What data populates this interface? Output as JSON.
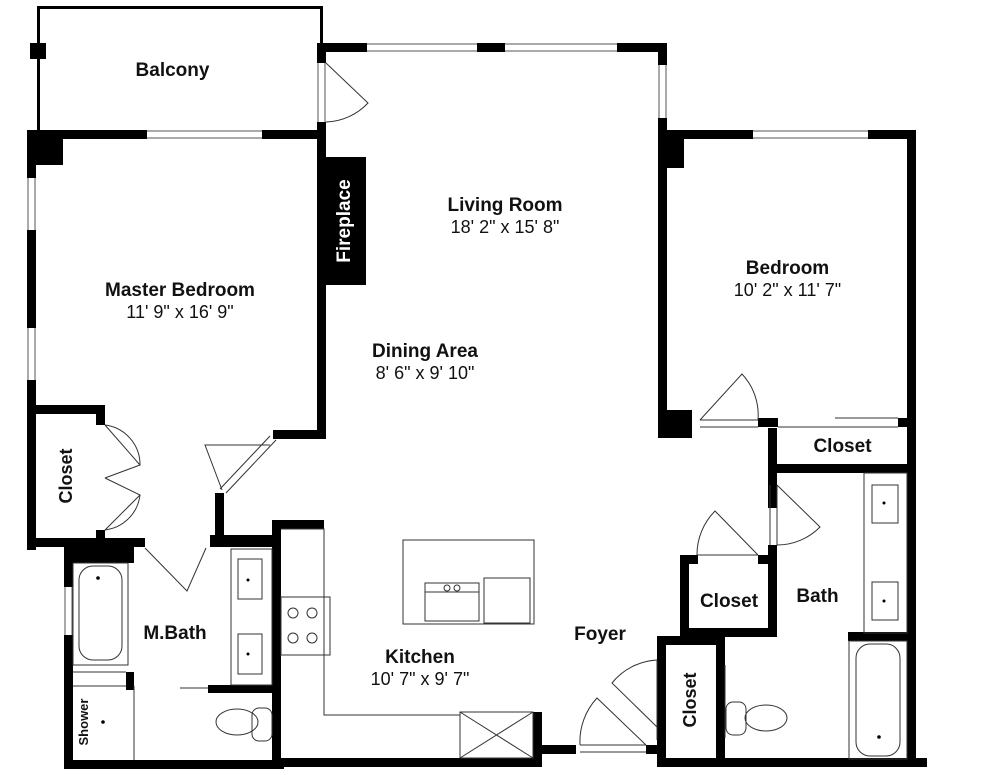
{
  "floorplan": {
    "rooms": {
      "balcony": {
        "name": "Balcony"
      },
      "living_room": {
        "name": "Living Room",
        "dims": "18' 2\" x 15' 8\""
      },
      "fireplace": {
        "name": "Fireplace"
      },
      "master_bedroom": {
        "name": "Master Bedroom",
        "dims": "11' 9\" x 16' 9\""
      },
      "bedroom": {
        "name": "Bedroom",
        "dims": "10' 2\" x 11' 7\""
      },
      "dining_area": {
        "name": "Dining Area",
        "dims": "8' 6\" x 9' 10\""
      },
      "bedroom_closet": {
        "name": "Closet"
      },
      "master_closet": {
        "name": "Closet"
      },
      "hall_closet": {
        "name": "Closet"
      },
      "entry_closet": {
        "name": "Closet"
      },
      "master_bath": {
        "name": "M.Bath"
      },
      "shower": {
        "name": "Shower"
      },
      "kitchen": {
        "name": "Kitchen",
        "dims": "10' 7\" x 9' 7\""
      },
      "foyer": {
        "name": "Foyer"
      },
      "bath": {
        "name": "Bath"
      }
    },
    "colors": {
      "wall": "#000000",
      "fixture_line": "#333333",
      "background": "#ffffff"
    }
  }
}
